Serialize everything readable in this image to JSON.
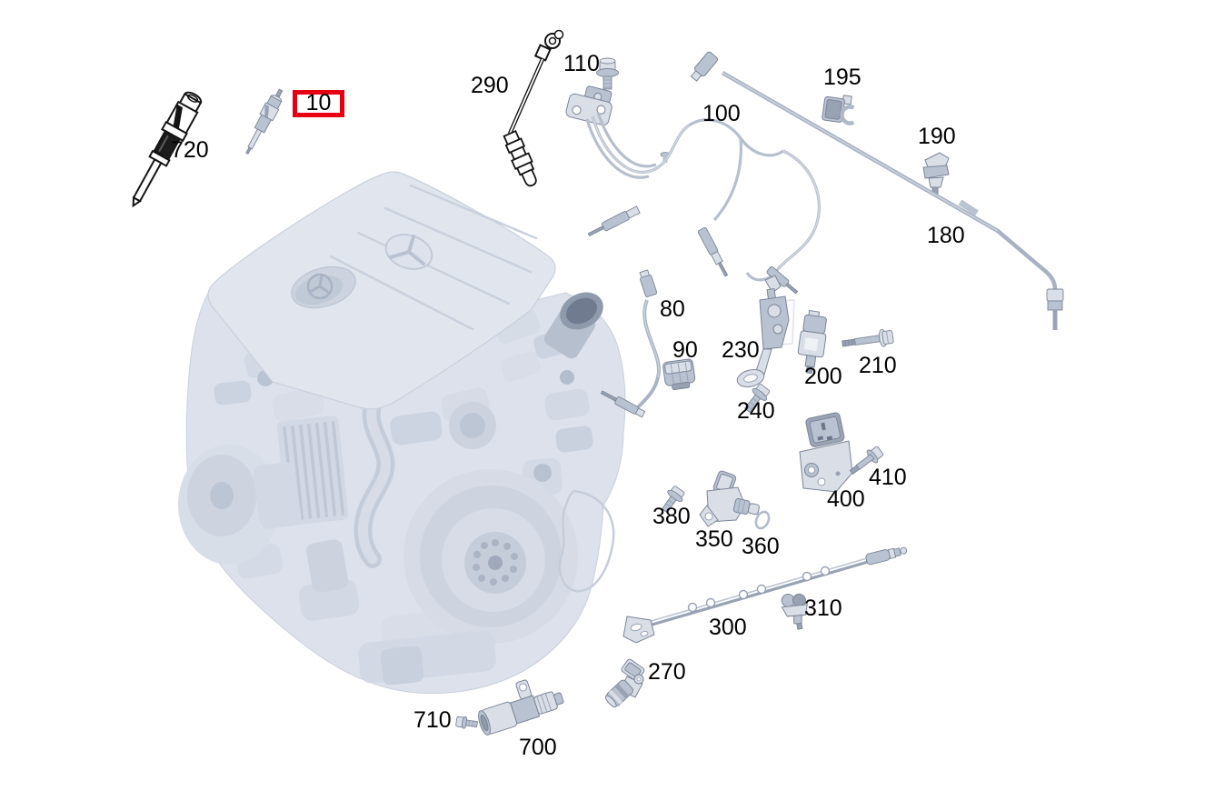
{
  "diagram": {
    "type": "engine-parts-catalog-diagram",
    "background_color": "#ffffff",
    "label_text_color": "#000000",
    "part_fill_color": "#b9c2d0",
    "engine_tint_color": "#dfe3ec",
    "outline_color": "#141414",
    "highlight": {
      "part": "10",
      "color": "#e60012"
    },
    "parts": [
      {
        "label": "720",
        "line_style": "black-outline",
        "highlighted": false
      },
      {
        "label": "10",
        "line_style": "shaded",
        "highlighted": true
      },
      {
        "label": "290",
        "line_style": "black-outline",
        "highlighted": false
      },
      {
        "label": "110",
        "line_style": "shaded",
        "highlighted": false
      },
      {
        "label": "100",
        "line_style": "shaded",
        "highlighted": false
      },
      {
        "label": "195",
        "line_style": "shaded",
        "highlighted": false
      },
      {
        "label": "190",
        "line_style": "shaded",
        "highlighted": false
      },
      {
        "label": "180",
        "line_style": "shaded",
        "highlighted": false
      },
      {
        "label": "80",
        "line_style": "shaded",
        "highlighted": false
      },
      {
        "label": "90",
        "line_style": "shaded",
        "highlighted": false
      },
      {
        "label": "230",
        "line_style": "shaded",
        "highlighted": false
      },
      {
        "label": "200",
        "line_style": "shaded",
        "highlighted": false
      },
      {
        "label": "210",
        "line_style": "shaded",
        "highlighted": false
      },
      {
        "label": "240",
        "line_style": "shaded",
        "highlighted": false
      },
      {
        "label": "400",
        "line_style": "shaded",
        "highlighted": false
      },
      {
        "label": "410",
        "line_style": "shaded",
        "highlighted": false
      },
      {
        "label": "380",
        "line_style": "shaded",
        "highlighted": false
      },
      {
        "label": "350",
        "line_style": "shaded",
        "highlighted": false
      },
      {
        "label": "360",
        "line_style": "shaded",
        "highlighted": false
      },
      {
        "label": "300",
        "line_style": "shaded",
        "highlighted": false
      },
      {
        "label": "310",
        "line_style": "shaded",
        "highlighted": false
      },
      {
        "label": "270",
        "line_style": "shaded",
        "highlighted": false
      },
      {
        "label": "710",
        "line_style": "shaded",
        "highlighted": false
      },
      {
        "label": "700",
        "line_style": "shaded",
        "highlighted": false
      }
    ]
  }
}
